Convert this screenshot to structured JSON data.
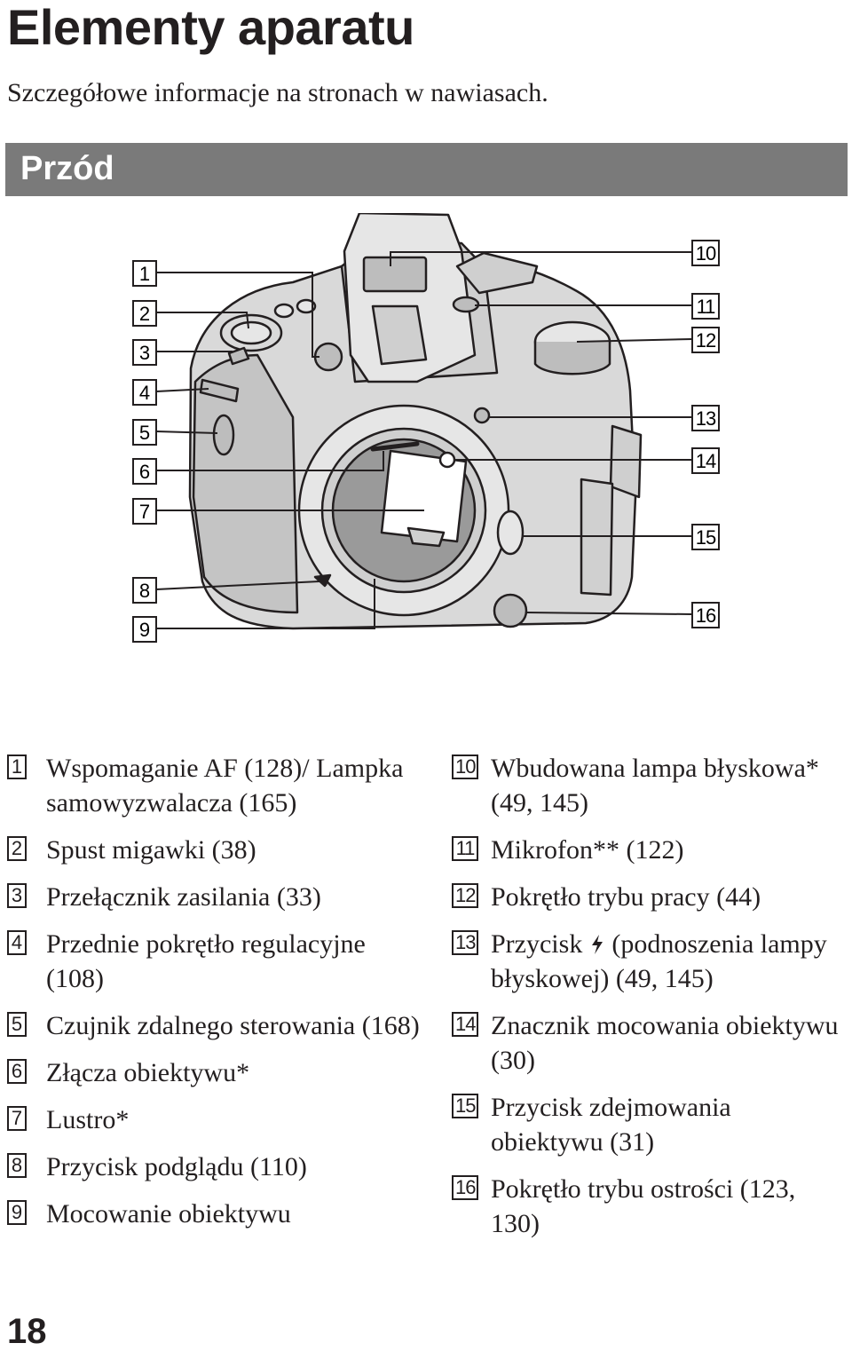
{
  "page": {
    "title": "Elementy aparatu",
    "subtitle": "Szczegółowe informacje na stronach w nawiasach.",
    "section": "Przód",
    "page_number": "18"
  },
  "left_items": [
    {
      "num": "1",
      "text": "Wspomaganie AF (128)/ Lampka samowyzwalacza (165)"
    },
    {
      "num": "2",
      "text": "Spust migawki (38)"
    },
    {
      "num": "3",
      "text": "Przełącznik zasilania (33)"
    },
    {
      "num": "4",
      "text": "Przednie pokrętło regulacyjne (108)"
    },
    {
      "num": "5",
      "text": "Czujnik zdalnego sterowania (168)"
    },
    {
      "num": "6",
      "text": "Złącza obiektywu*"
    },
    {
      "num": "7",
      "text": "Lustro*"
    },
    {
      "num": "8",
      "text": "Przycisk podglądu (110)"
    },
    {
      "num": "9",
      "text": "Mocowanie obiektywu"
    }
  ],
  "right_items": [
    {
      "num": "10",
      "text": "Wbudowana lampa błyskowa* (49, 145)"
    },
    {
      "num": "11",
      "text": "Mikrofon** (122)"
    },
    {
      "num": "12",
      "text": "Pokrętło trybu pracy (44)"
    },
    {
      "num": "13",
      "text_before": "Przycisk ",
      "text_after": " (podnoszenia lampy błyskowej) (49, 145)",
      "icon": "flash-icon"
    },
    {
      "num": "14",
      "text": "Znacznik mocowania obiektywu (30)"
    },
    {
      "num": "15",
      "text": "Przycisk zdejmowania obiektywu (31)"
    },
    {
      "num": "16",
      "text": "Pokrętło trybu ostrości (123, 130)"
    }
  ],
  "diagram": {
    "left_labels": [
      "1",
      "2",
      "3",
      "4",
      "5",
      "6",
      "7",
      "8",
      "9"
    ],
    "right_labels": [
      "10",
      "11",
      "12",
      "13",
      "14",
      "15",
      "16"
    ]
  }
}
